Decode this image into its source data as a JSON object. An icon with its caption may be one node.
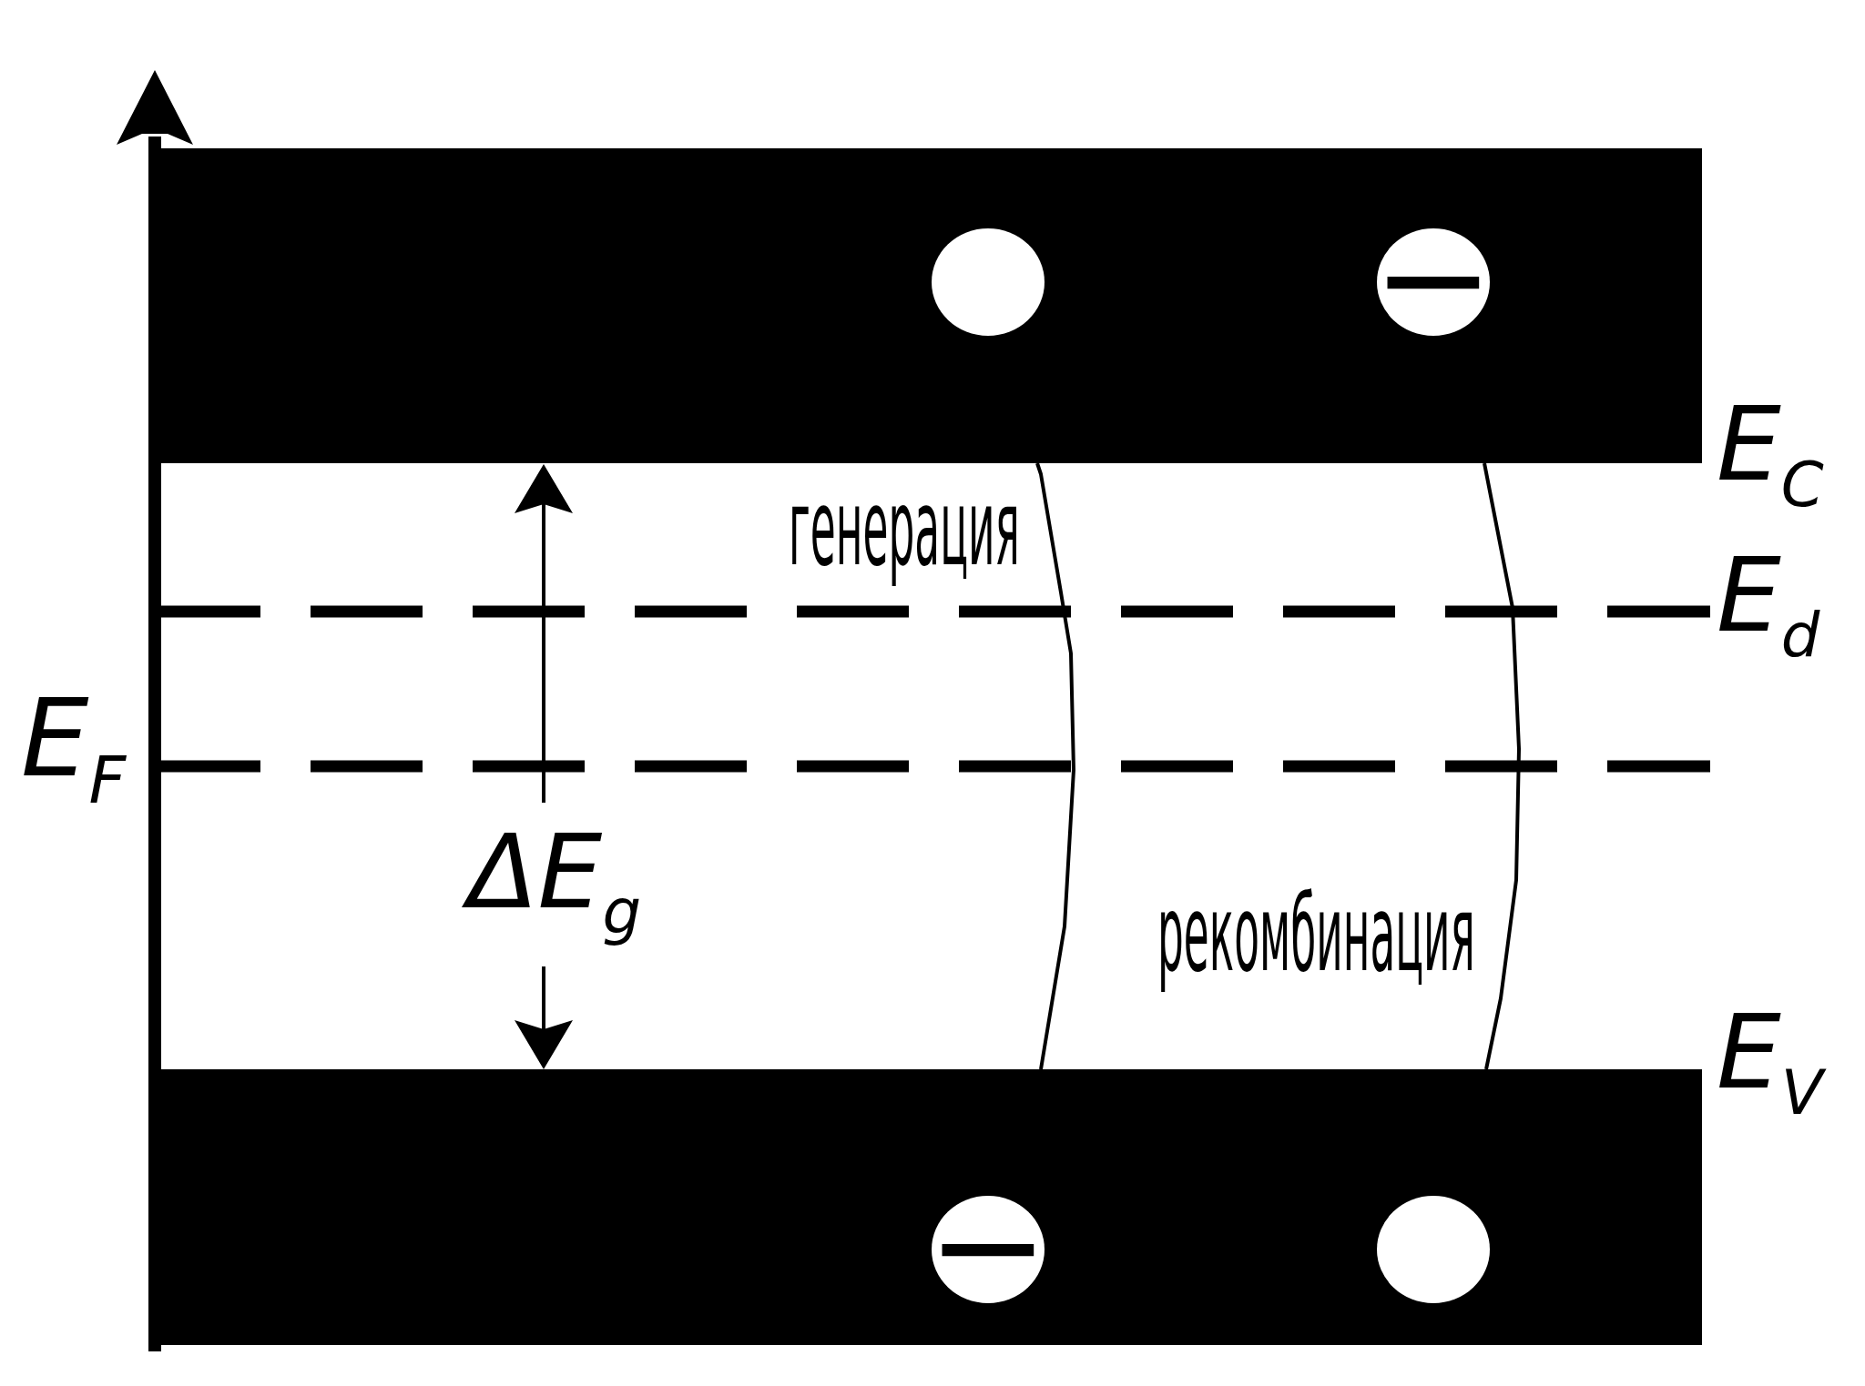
{
  "diagram": {
    "nodes": [
      {
        "text": [],
        "shape": "bar",
        "beside": [
          "E$_{C}$"
        ]
      },
      {
        "text": [],
        "shape": "circle",
        "in": 0
      },
      {
        "text": [
          "−"
        ],
        "in": 0
      },
      {
        "text": [],
        "shape": "bar",
        "beside": [
          "E$_{V}$"
        ]
      },
      {
        "text": [
          "−"
        ],
        "in": 3
      },
      {
        "text": [],
        "shape": "circle",
        "in": 3
      }
    ],
    "edges": [
      {
        "from": 3,
        "to": 0,
        "arrow": "none",
        "label": "генерация"
      },
      {
        "from": 0,
        "to": 3,
        "arrow": "none",
        "label": "рекомбинация"
      }
    ],
    "labels": [
      "E$_{d}$",
      "E$_{F}$",
      "ΔE$_{g}$"
    ]
  }
}
